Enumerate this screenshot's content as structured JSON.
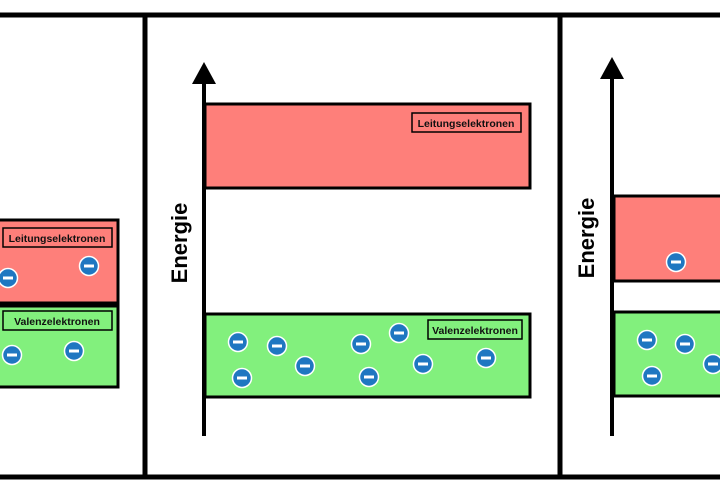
{
  "colors": {
    "conduction_band": "#fe7f7a",
    "valence_band": "#82f07d",
    "electron_fill": "#1f77c1",
    "frame": "#000000"
  },
  "labels": {
    "conduction": "Leitungselektronen",
    "valence": "Valenzelektronen",
    "energy_axis": "Energie",
    "electron_symbol": "−"
  },
  "panels": [
    {
      "name": "left-panel",
      "description_hidden": true
    },
    {
      "name": "middle-panel"
    },
    {
      "name": "right-panel"
    }
  ]
}
